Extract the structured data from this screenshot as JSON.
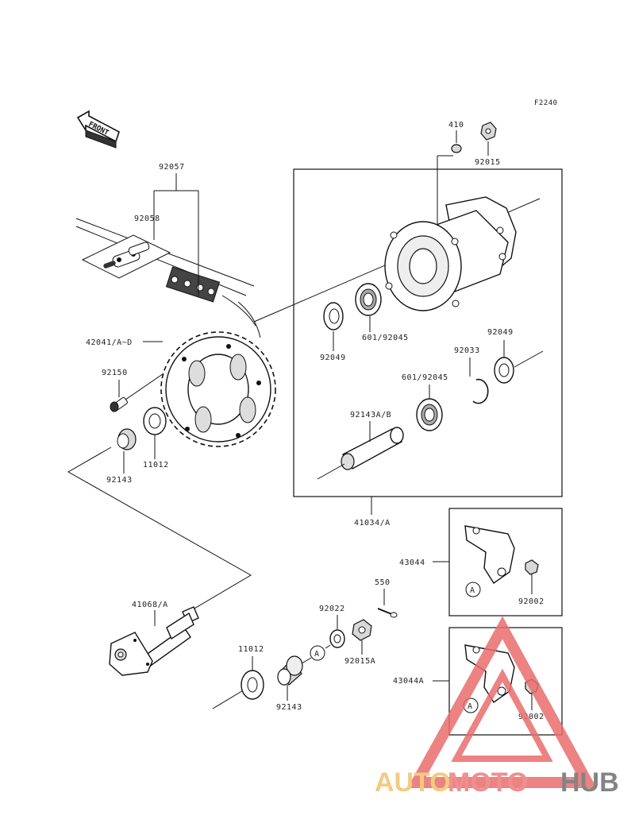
{
  "figure_code": "F2240",
  "front_label": "FRONT",
  "callout_A": "A",
  "parts": {
    "p410": "410",
    "p92015": "92015",
    "p92057": "92057",
    "p92058": "92058",
    "p42041": "42041/A~D",
    "p92150": "92150",
    "p11012_top": "11012",
    "p92143_top": "92143",
    "p92049_left": "92049",
    "p601_upper": "601/92045",
    "p92049_right": "92049",
    "p92033": "92033",
    "p601_lower": "601/92045",
    "p92143AB": "92143A/B",
    "p41034": "41034/A",
    "p43044": "43044",
    "p92002_upper": "92002",
    "p550": "550",
    "p92022": "92022",
    "p41068": "41068/A",
    "p92015A": "92015A",
    "p11012_bottom": "11012",
    "p92143_bottom": "92143",
    "p43044A": "43044A",
    "p92002_lower": "92002"
  },
  "watermark": {
    "part1": "AUTO",
    "part2": "MOTO",
    "part3": "HUB",
    "colors": {
      "auto": "#f2c36a",
      "moto": "#ec7d7d",
      "hub": "#6f6f6f",
      "triangle": "#e96d6d"
    }
  }
}
